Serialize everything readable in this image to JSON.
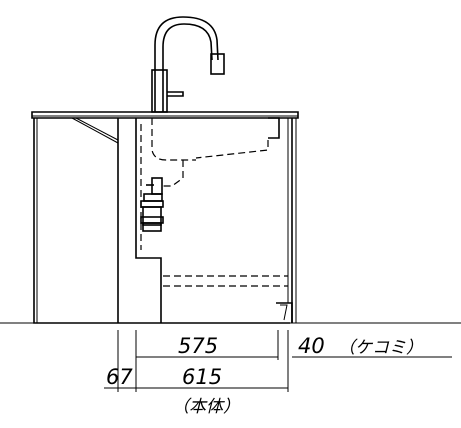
{
  "dimensions": {
    "inner_depth": "575",
    "kick_depth": "40",
    "kick_label": "（ケコミ）",
    "front_offset": "67",
    "body_depth": "615",
    "body_label": "（本体）"
  },
  "colors": {
    "line": "#000000",
    "background": "#ffffff"
  }
}
